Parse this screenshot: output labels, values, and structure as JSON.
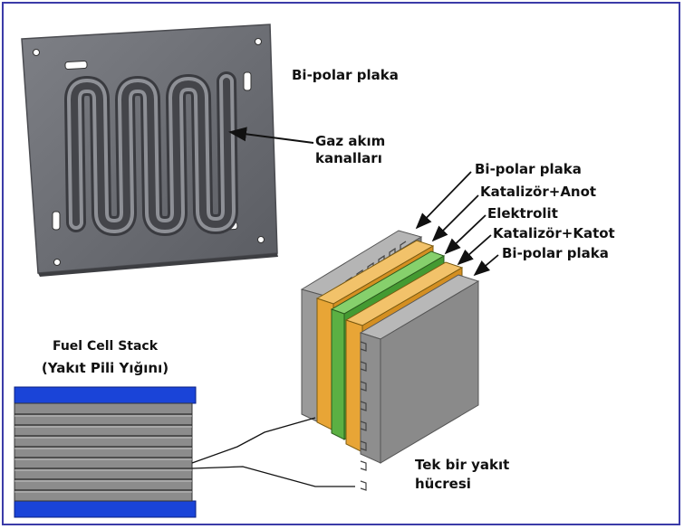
{
  "colors": {
    "frame_border": "#3b3ba8",
    "plate_grey": "#8a8a8a",
    "catalyst_orange": "#e8a536",
    "electrolyte_green": "#5bb043",
    "stack_blue": "#1a44d8"
  },
  "labels": {
    "bipolar_plate_photo": "Bi-polar plaka",
    "gas_channels_line1": "Gaz akım",
    "gas_channels_line2": "kanalları",
    "layer_bipolar_top": "Bi-polar plaka",
    "layer_catalyst_anode": "Katalizör+Anot",
    "layer_electrolyte": "Elektrolit",
    "layer_catalyst_cathode": "Katalizör+Katot",
    "layer_bipolar_bottom": "Bi-polar plaka",
    "stack_title_line1": "Fuel Cell Stack",
    "stack_title_line2": "(Yakıt Pili Yığını)",
    "single_cell_line1": "Tek bir yakıt",
    "single_cell_line2": "hücresi"
  }
}
